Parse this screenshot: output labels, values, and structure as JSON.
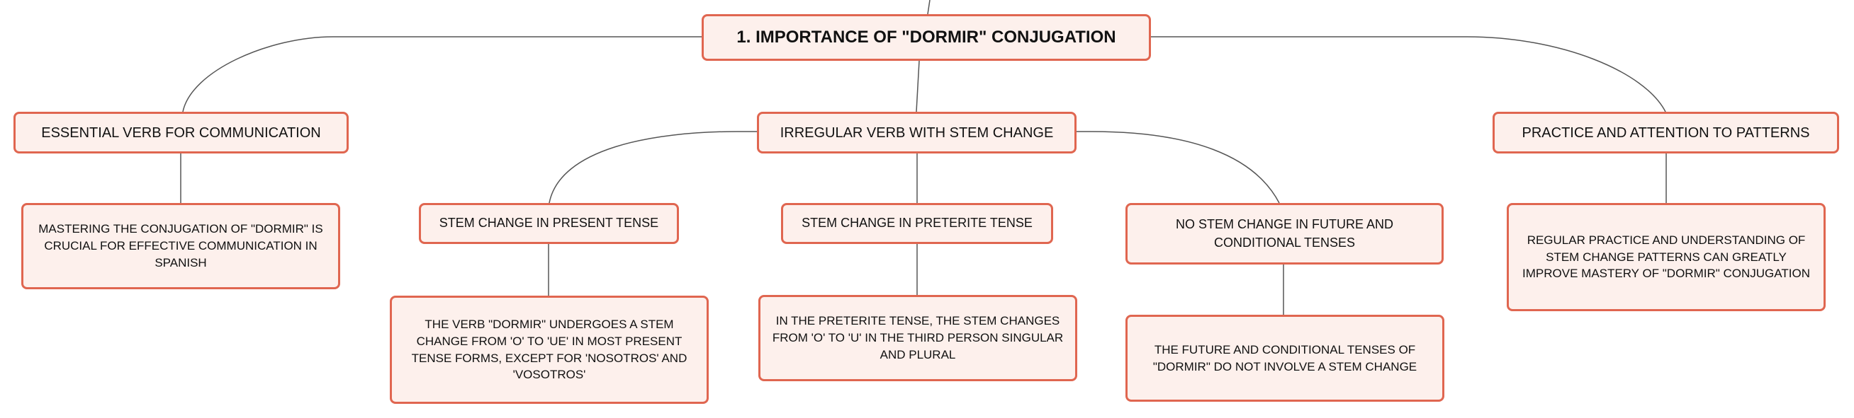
{
  "mindmap": {
    "root": {
      "label": "1. IMPORTANCE OF \"DORMIR\" CONJUGATION"
    },
    "branches": [
      {
        "label": "ESSENTIAL VERB FOR COMMUNICATION",
        "detail": "MASTERING THE CONJUGATION OF \"DORMIR\" IS CRUCIAL FOR EFFECTIVE COMMUNICATION IN SPANISH"
      },
      {
        "label": "IRREGULAR VERB WITH STEM CHANGE",
        "children": [
          {
            "label": "STEM CHANGE IN PRESENT TENSE",
            "detail": "THE VERB \"DORMIR\" UNDERGOES A STEM CHANGE FROM 'O' TO 'UE' IN MOST PRESENT TENSE FORMS, EXCEPT FOR 'NOSOTROS' AND 'VOSOTROS'"
          },
          {
            "label": "STEM CHANGE IN PRETERITE TENSE",
            "detail": "IN THE PRETERITE TENSE, THE STEM CHANGES FROM 'O' TO 'U' IN THE THIRD PERSON SINGULAR AND PLURAL"
          },
          {
            "label": "NO STEM CHANGE IN FUTURE AND CONDITIONAL TENSES",
            "detail": "THE FUTURE AND CONDITIONAL TENSES OF \"DORMIR\" DO NOT INVOLVE A STEM CHANGE"
          }
        ]
      },
      {
        "label": "PRACTICE AND ATTENTION TO PATTERNS",
        "detail": "REGULAR PRACTICE AND UNDERSTANDING OF STEM CHANGE PATTERNS CAN GREATLY IMPROVE MASTERY OF \"DORMIR\" CONJUGATION"
      }
    ]
  },
  "colors": {
    "node_fill": "#fdf0ec",
    "node_border": "#e06650",
    "connector": "#555555",
    "text": "#111111"
  }
}
